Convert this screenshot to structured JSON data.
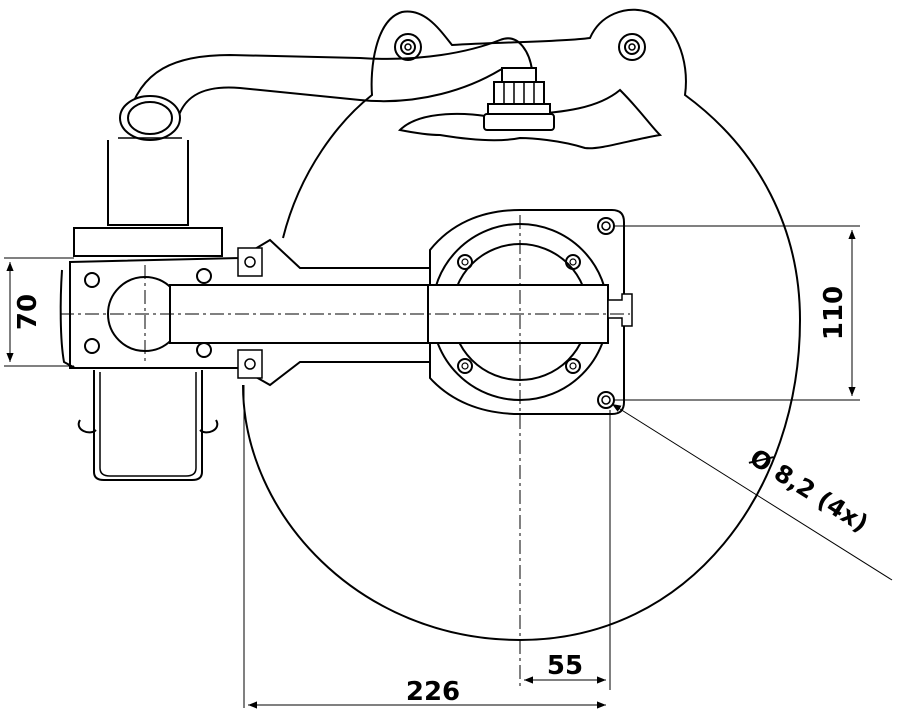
{
  "colors": {
    "stroke": "#000000",
    "fill": "#ffffff",
    "centerline": "#000000"
  },
  "dimensions": {
    "height_left": "70",
    "height_right": "110",
    "width_overall": "226",
    "width_offset": "55",
    "hole_callout": "Ø 8,2 (4x)"
  }
}
